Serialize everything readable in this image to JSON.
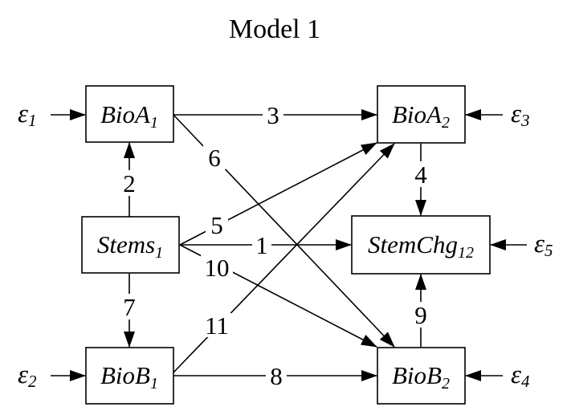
{
  "title": "Model 1",
  "nodes": {
    "bioa1": {
      "base": "BioA",
      "sub": "1"
    },
    "bioa2": {
      "base": "BioA",
      "sub": "2"
    },
    "stems1": {
      "base": "Stems",
      "sub": "1"
    },
    "stemchg12": {
      "base": "StemChg",
      "sub": "12"
    },
    "biob1": {
      "base": "BioB",
      "sub": "1"
    },
    "biob2": {
      "base": "BioB",
      "sub": "2"
    }
  },
  "errors": {
    "e1": {
      "symbol": "ε",
      "sub": "1"
    },
    "e2": {
      "symbol": "ε",
      "sub": "2"
    },
    "e3": {
      "symbol": "ε",
      "sub": "3"
    },
    "e4": {
      "symbol": "ε",
      "sub": "4"
    },
    "e5": {
      "symbol": "ε",
      "sub": "5"
    }
  },
  "paths": {
    "p1": "1",
    "p2": "2",
    "p3": "3",
    "p4": "4",
    "p5": "5",
    "p6": "6",
    "p7": "7",
    "p8": "8",
    "p9": "9",
    "p10": "10",
    "p11": "11"
  }
}
